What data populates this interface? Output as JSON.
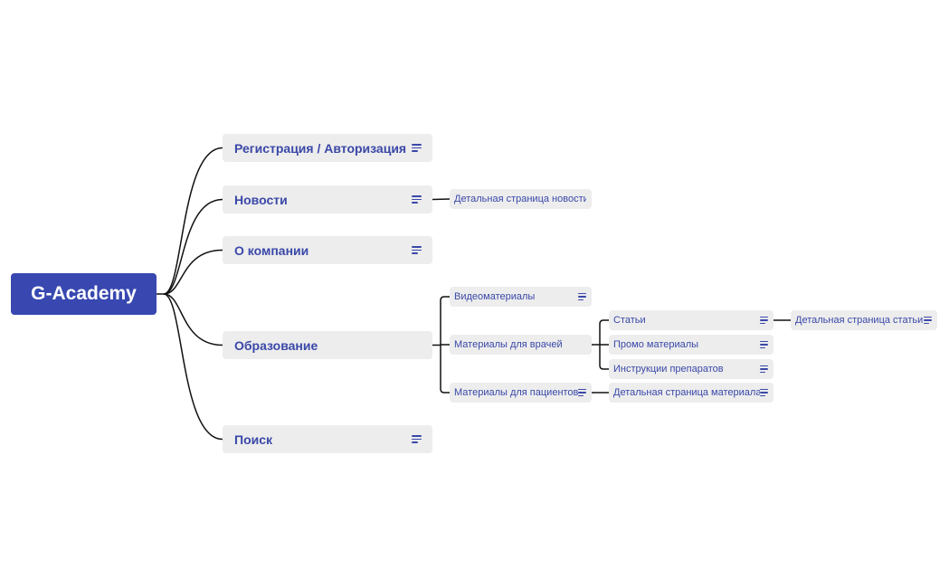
{
  "mindmap": {
    "root": {
      "label": "G-Academy"
    },
    "topics": [
      {
        "id": "registration",
        "label": "Регистрация / Авторизация",
        "has_notes": true,
        "children": []
      },
      {
        "id": "news",
        "label": "Новости",
        "has_notes": true,
        "children": [
          {
            "id": "news-detail",
            "label": "Детальная страница новости",
            "has_notes": false,
            "children": []
          }
        ]
      },
      {
        "id": "about",
        "label": "О компании",
        "has_notes": true,
        "children": []
      },
      {
        "id": "education",
        "label": "Образование",
        "has_notes": false,
        "children": [
          {
            "id": "video",
            "label": "Видеоматериалы",
            "has_notes": true,
            "children": []
          },
          {
            "id": "doctors",
            "label": "Материалы для врачей",
            "has_notes": false,
            "children": [
              {
                "id": "articles",
                "label": "Статьи",
                "has_notes": true,
                "children": [
                  {
                    "id": "article-detail",
                    "label": "Детальная страница статьи",
                    "has_notes": true,
                    "children": []
                  }
                ]
              },
              {
                "id": "promo",
                "label": "Промо материалы",
                "has_notes": true,
                "children": []
              },
              {
                "id": "instructions",
                "label": "Инструкции препаратов",
                "has_notes": true,
                "children": []
              }
            ]
          },
          {
            "id": "patients",
            "label": "Материалы для пациентов",
            "has_notes": true,
            "children": [
              {
                "id": "material-detail",
                "label": "Детальная страница материала",
                "has_notes": true,
                "children": []
              }
            ]
          }
        ]
      },
      {
        "id": "search",
        "label": "Поиск",
        "has_notes": true,
        "children": []
      }
    ]
  },
  "colors": {
    "root_fill": "#3848b0",
    "node_fill": "#ededed",
    "text": "#3a48a8",
    "connector": "#111111"
  },
  "icons": {
    "notes": "notes-lines-icon"
  }
}
